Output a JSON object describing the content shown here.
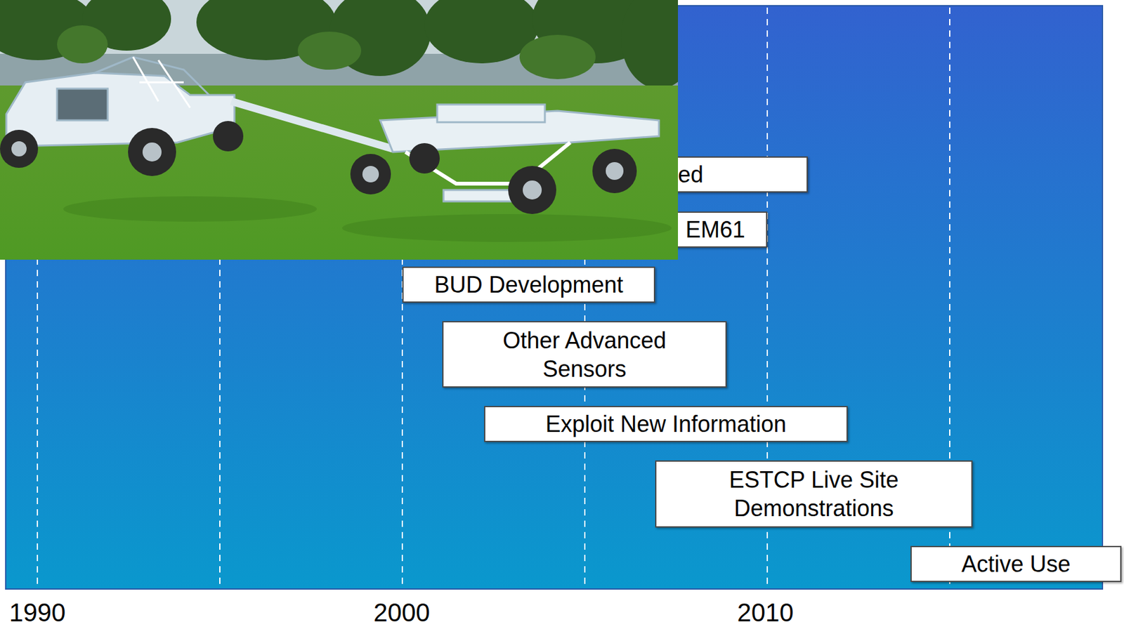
{
  "diagram": {
    "nodes": [
      {
        "text": [
          "ed"
        ]
      },
      {
        "text": [
          "EM61"
        ]
      },
      {
        "text": [
          "BUD Development"
        ]
      },
      {
        "text": [
          "Other Advanced Sensors"
        ]
      },
      {
        "text": [
          "Exploit New Information"
        ]
      },
      {
        "text": [
          "ESTCP Live Site Demonstrations"
        ]
      },
      {
        "text": [
          "Active Use"
        ]
      }
    ],
    "labels": [
      "1990",
      "2000",
      "2010"
    ]
  }
}
